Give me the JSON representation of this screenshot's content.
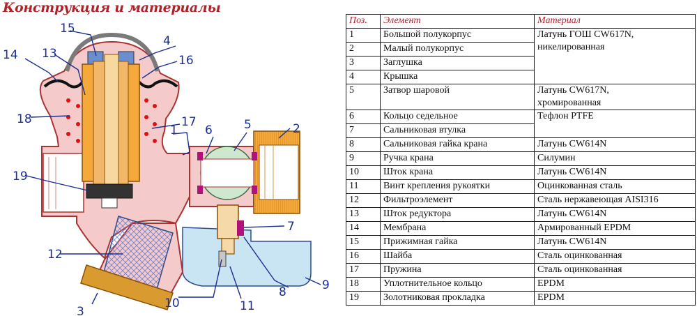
{
  "title": "Конструкция и материалы",
  "callouts": [
    "1",
    "2",
    "3",
    "4",
    "5",
    "6",
    "7",
    "8",
    "9",
    "10",
    "11",
    "12",
    "13",
    "14",
    "15",
    "16",
    "17",
    "18",
    "19"
  ],
  "colors": {
    "title": "#b0222a",
    "body": "#f2c6c6",
    "brass": "#f0a028",
    "ball": "#cfe6cf",
    "cup": "#c9e4f3",
    "callout": "#1c2f8f"
  },
  "table": {
    "headers": [
      "Поз.",
      "Элемент",
      "Материал"
    ],
    "rows": [
      {
        "pos": "1",
        "element": "Большой полукорпус",
        "material": "Латунь ГОШ CW617N,\nникелированная",
        "rowspan": 4
      },
      {
        "pos": "2",
        "element": "Малый полукорпус"
      },
      {
        "pos": "3",
        "element": "Заглушка"
      },
      {
        "pos": "4",
        "element": "Крышка"
      },
      {
        "pos": "5",
        "element": "Затвор шаровой",
        "material": "Латунь CW617N,\nхромированная",
        "rowspan": 1
      },
      {
        "pos": "6",
        "element": "Кольцо седельное",
        "material": "Тефлон PTFE",
        "rowspan": 2
      },
      {
        "pos": "7",
        "element": "Сальниковая втулка"
      },
      {
        "pos": "8",
        "element": "Сальниковая гайка крана",
        "material": "Латунь CW614N",
        "rowspan": 1
      },
      {
        "pos": "9",
        "element": "Ручка крана",
        "material": "Силумин",
        "rowspan": 1
      },
      {
        "pos": "10",
        "element": "Шток крана",
        "material": "Латунь CW614N",
        "rowspan": 1
      },
      {
        "pos": "11",
        "element": "Винт крепления рукоятки",
        "material": "Оцинкованная сталь",
        "rowspan": 1
      },
      {
        "pos": "12",
        "element": "Фильтроэлемент",
        "material": "Сталь нержавеющая AISI316",
        "rowspan": 1
      },
      {
        "pos": "13",
        "element": "Шток редуктора",
        "material": "Латунь CW614N",
        "rowspan": 1
      },
      {
        "pos": "14",
        "element": "Мембрана",
        "material": "Армированный EPDM",
        "rowspan": 1
      },
      {
        "pos": "15",
        "element": "Прижимная гайка",
        "material": "Латунь CW614N",
        "rowspan": 1
      },
      {
        "pos": "16",
        "element": "Шайба",
        "material": "Сталь оцинкованная",
        "rowspan": 1
      },
      {
        "pos": "17",
        "element": "Пружина",
        "material": "Сталь оцинкованная",
        "rowspan": 1
      },
      {
        "pos": "18",
        "element": "Уплотнительное кольцо",
        "material": "EPDM",
        "rowspan": 1
      },
      {
        "pos": "19",
        "element": "Золотниковая прокладка",
        "material": "EPDM",
        "rowspan": 1
      }
    ]
  }
}
